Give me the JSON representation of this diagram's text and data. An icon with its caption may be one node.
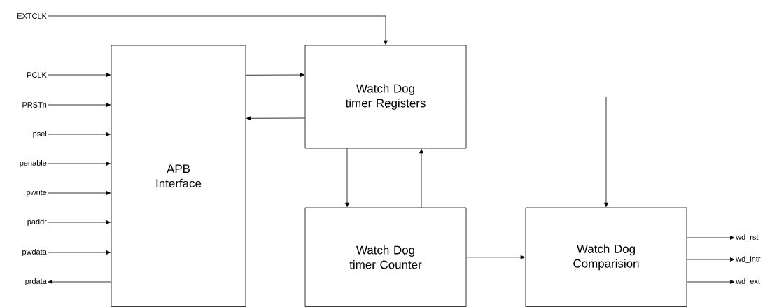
{
  "diagram": {
    "nodes": [
      {
        "text": [
          "EXTCLK"
        ]
      },
      {
        "text": [
          "PCLK"
        ]
      },
      {
        "text": [
          "PRSTn"
        ]
      },
      {
        "text": [
          "psel"
        ]
      },
      {
        "text": [
          "penable"
        ]
      },
      {
        "text": [
          "pwrite"
        ]
      },
      {
        "text": [
          "paddr"
        ]
      },
      {
        "text": [
          "pwdata"
        ]
      },
      {
        "text": [
          "prdata"
        ]
      },
      {
        "text": [
          "APB Interface"
        ]
      },
      {
        "text": [
          "Watch Dog timer Registers"
        ]
      },
      {
        "text": [
          "Watch Dog timer Counter"
        ]
      },
      {
        "text": [
          "Watch Dog Comparision"
        ]
      },
      {
        "text": [
          "wd_rst"
        ]
      },
      {
        "text": [
          "wd_intr"
        ]
      },
      {
        "text": [
          "wd_ext"
        ]
      }
    ],
    "edges": [
      {
        "from": 0,
        "to": 10,
        "arrow": "to"
      },
      {
        "from": 1,
        "to": 9,
        "arrow": "to"
      },
      {
        "from": 2,
        "to": 9,
        "arrow": "to"
      },
      {
        "from": 3,
        "to": 9,
        "arrow": "to"
      },
      {
        "from": 4,
        "to": 9,
        "arrow": "to"
      },
      {
        "from": 5,
        "to": 9,
        "arrow": "to"
      },
      {
        "from": 6,
        "to": 9,
        "arrow": "to"
      },
      {
        "from": 7,
        "to": 9,
        "arrow": "to"
      },
      {
        "from": 9,
        "to": 8,
        "arrow": "to"
      },
      {
        "from": 9,
        "to": 10,
        "arrow": "to"
      },
      {
        "from": 10,
        "to": 9,
        "arrow": "to"
      },
      {
        "from": 10,
        "to": 11,
        "arrow": "to"
      },
      {
        "from": 11,
        "to": 10,
        "arrow": "to"
      },
      {
        "from": 10,
        "to": 12,
        "arrow": "to"
      },
      {
        "from": 11,
        "to": 12,
        "arrow": "to"
      },
      {
        "from": 12,
        "to": 13,
        "arrow": "to"
      },
      {
        "from": 12,
        "to": 14,
        "arrow": "to"
      },
      {
        "from": 12,
        "to": 15,
        "arrow": "to"
      }
    ]
  }
}
